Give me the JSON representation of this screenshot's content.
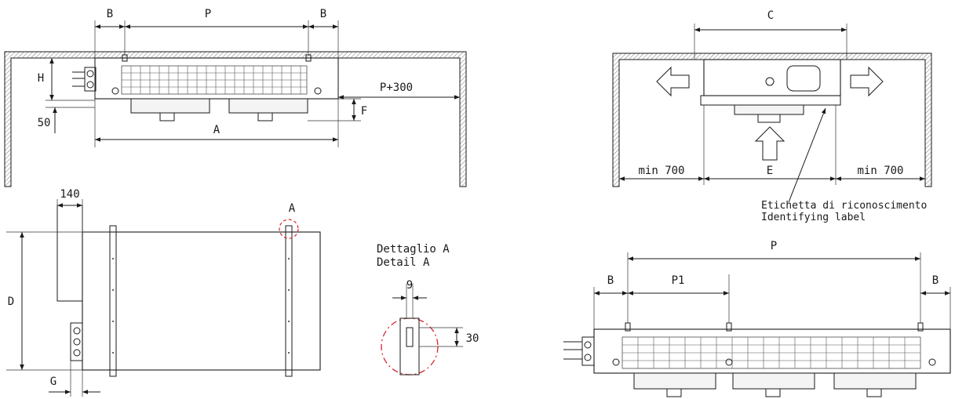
{
  "front_view": {
    "dim_B_left": "B",
    "dim_P": "P",
    "dim_B_right": "B",
    "dim_H": "H",
    "dim_50": "50",
    "dim_P300": "P+300",
    "dim_F": "F",
    "dim_A": "A"
  },
  "side_view": {
    "dim_C": "C",
    "dim_E": "E",
    "min_left": "min 700",
    "min_right": "min 700",
    "label_it": "Etichetta di riconoscimento",
    "label_en": "Identifying label"
  },
  "top_view": {
    "dim_140": "140",
    "detail_marker": "A",
    "dim_D": "D",
    "dim_G": "G"
  },
  "detail": {
    "title_it": "Dettaglio A",
    "title_en": "Detail A",
    "dim_9": "9",
    "dim_30": "30"
  },
  "long_view": {
    "dim_P": "P",
    "dim_B_left": "B",
    "dim_P1": "P1",
    "dim_B_right": "B"
  },
  "colors": {
    "line": "#1a1a1a",
    "detail_circle": "#d9262c"
  }
}
